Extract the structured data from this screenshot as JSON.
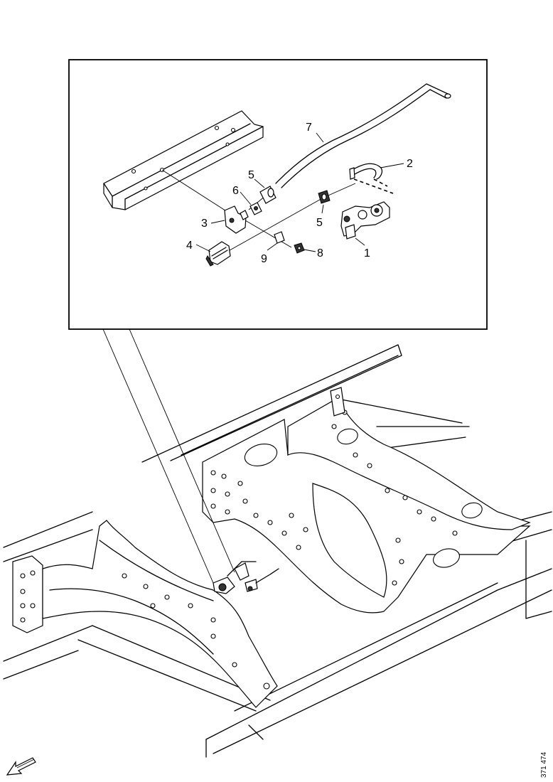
{
  "diagram": {
    "callouts": [
      {
        "id": "c1",
        "text": "1"
      },
      {
        "id": "c2",
        "text": "2"
      },
      {
        "id": "c3",
        "text": "3"
      },
      {
        "id": "c4",
        "text": "4"
      },
      {
        "id": "c5a",
        "text": "5"
      },
      {
        "id": "c5b",
        "text": "5"
      },
      {
        "id": "c6",
        "text": "6"
      },
      {
        "id": "c7",
        "text": "7"
      },
      {
        "id": "c8",
        "text": "8"
      },
      {
        "id": "c9",
        "text": "9"
      }
    ],
    "reference_number": "371 474",
    "icons": {
      "orientation_arrow": "front-direction-arrow-icon"
    }
  }
}
